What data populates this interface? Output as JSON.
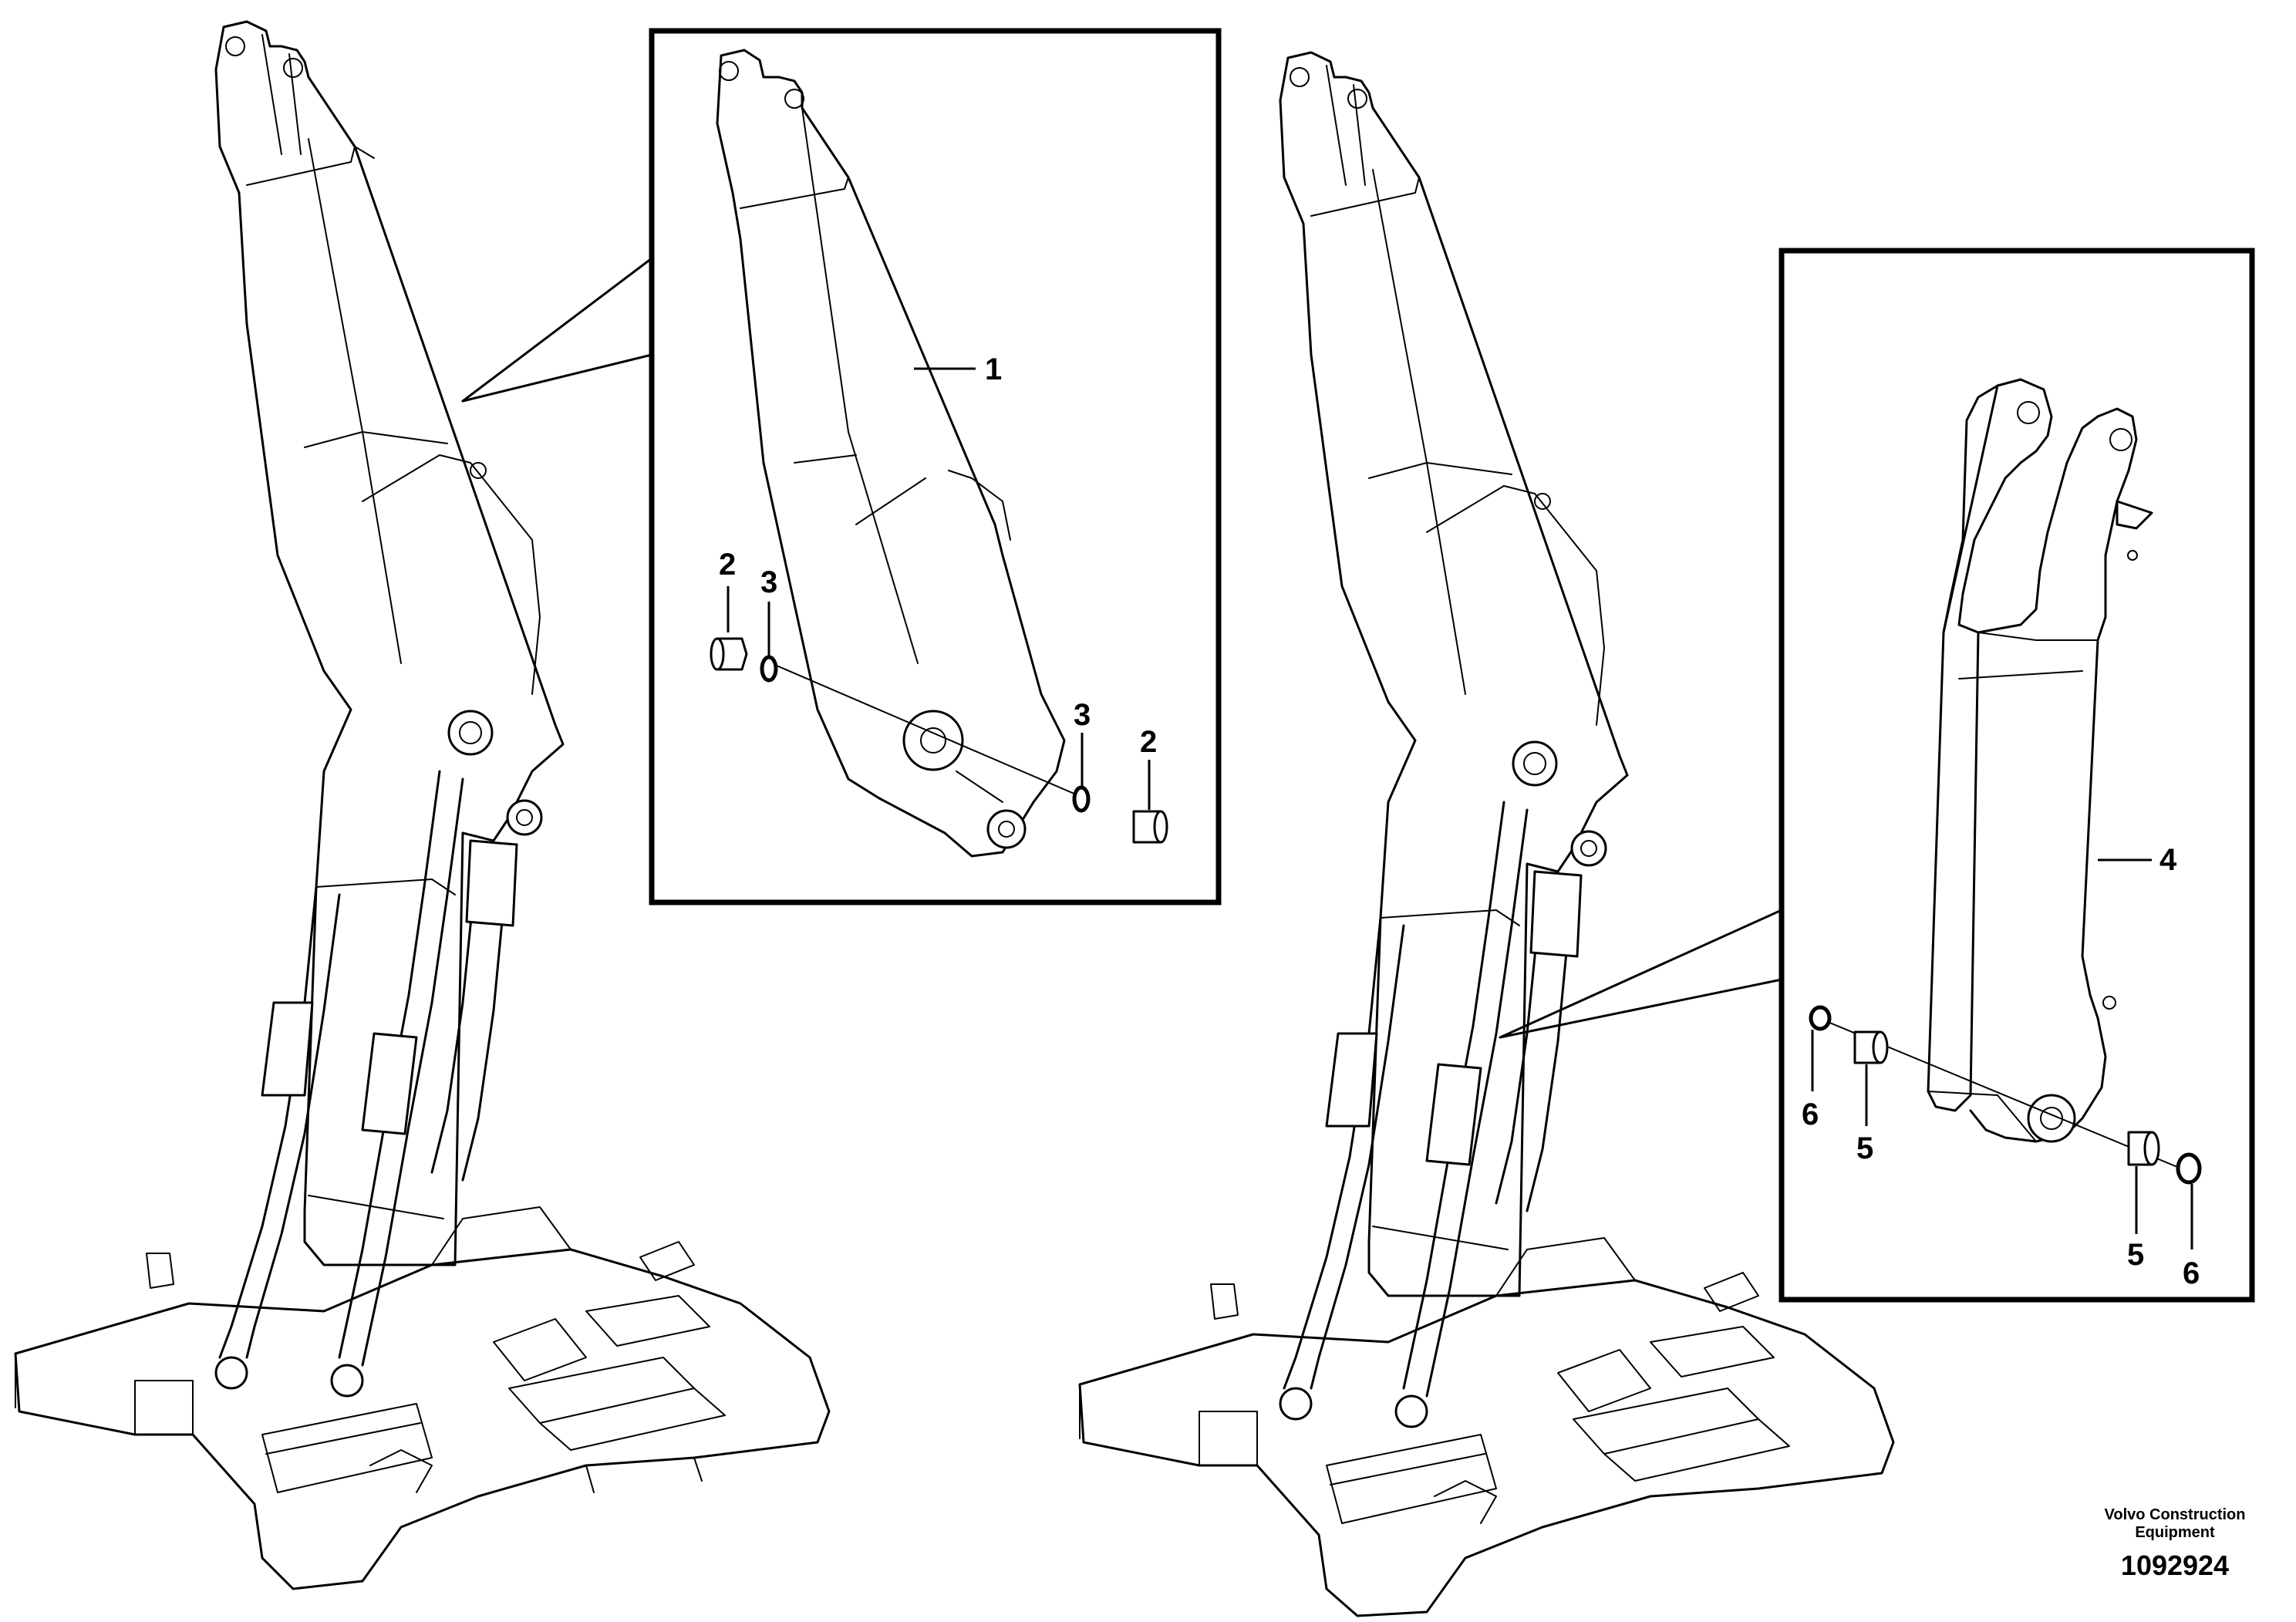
{
  "footer": {
    "company_line1": "Volvo Construction",
    "company_line2": "Equipment",
    "drawing_number": "1092924"
  },
  "callouts": {
    "boom": "1",
    "bushing_left": "2",
    "ring_left": "3",
    "ring_right": "3",
    "bushing_right": "2",
    "offset_boom": "4",
    "seal_left": "6",
    "bushing_left_b": "5",
    "bushing_right_b": "5",
    "seal_right": "6"
  }
}
